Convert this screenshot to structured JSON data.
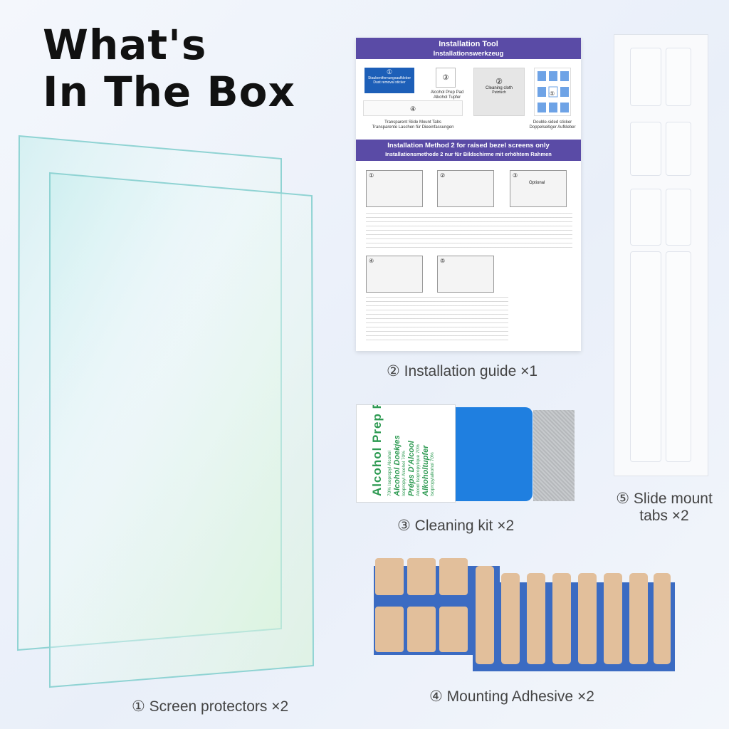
{
  "title": {
    "line1": "What's",
    "line2": "In The Box"
  },
  "items": [
    {
      "label": "① Screen protectors ×2"
    },
    {
      "label": "② Installation guide ×1"
    },
    {
      "label": "③ Cleaning kit ×2"
    },
    {
      "label": "④ Mounting Adhesive ×2"
    },
    {
      "label_line1": "⑤ Slide mount",
      "label_line2": "tabs  ×2"
    }
  ],
  "guide": {
    "header_en": "Installation Tool",
    "header_de": "Installationswerkzeug",
    "tool1_num": "①",
    "tool1_de": "Staubentfernungsaufkleber",
    "tool1_en": "Dust removal sticker",
    "tool3_num": "③",
    "tool3_en": "Alcohol Prep Pad",
    "tool3_de": "Alkohol Tupfer",
    "tool2_num": "②",
    "tool2_en": "Cleaning cloth",
    "tool2_de": "Putztuch",
    "tool4_num": "④",
    "tool4_en": "Transparent Slide Mount Tabs",
    "tool4_de": "Transparente Laschen für Dieeinfassungen",
    "tool5_num": "⑤",
    "tool5_en": "Double-sided sticker",
    "tool5_de": "Doppelseitiger Aufkleber",
    "method_en": "Installation Method 2 for raised bezel screens only",
    "method_de": "Installationsmethode 2 nur für Bildschirme mit erhöhtem Rahmen",
    "step_labels": [
      "①",
      "②",
      "③",
      "④",
      "⑤"
    ],
    "optional": "Optional"
  },
  "alcohol_pad": {
    "name_en": "Alcohol Prep Pad",
    "line_a": "70% Isopropyl Alcohol",
    "line_b": "Alcohol Doekjes",
    "line_c": "Isopropyl Alcohol 70%",
    "line_d": "Préps D'Alcool",
    "line_e": "Alcool Isopropylique 70%",
    "line_f": "Alkoholtupfer",
    "line_g": "Isopropylalkohol 70%"
  },
  "colors": {
    "guide_band": "#5a4ba6",
    "blue_card": "#1f7fe0",
    "adhesive_backing": "#3b6bc2",
    "adhesive_tab": "#e2bf9b",
    "alcohol_text": "#2e9a52"
  }
}
